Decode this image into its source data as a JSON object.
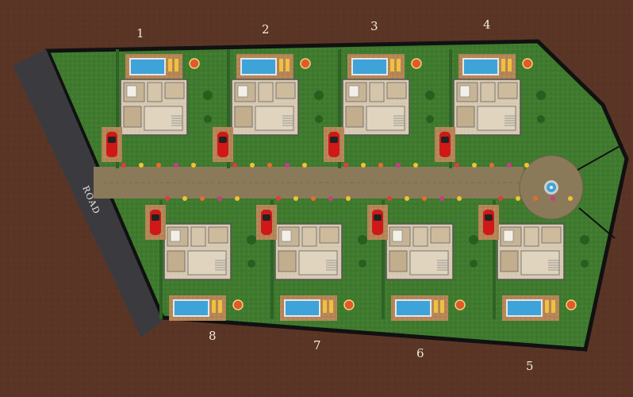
{
  "road_label": "ROAD",
  "plots": [
    {
      "number": "1",
      "row": "north"
    },
    {
      "number": "2",
      "row": "north"
    },
    {
      "number": "3",
      "row": "north"
    },
    {
      "number": "4",
      "row": "north"
    },
    {
      "number": "5",
      "row": "south"
    },
    {
      "number": "6",
      "row": "south"
    },
    {
      "number": "7",
      "row": "south"
    },
    {
      "number": "8",
      "row": "south"
    }
  ],
  "colors": {
    "ground": "#5a3526",
    "grass": "#3f7a2f",
    "grass_dark": "#2f6224",
    "boundary": "#111111",
    "main_road": "#3b3b3f",
    "access_lane": "#8a7a5a",
    "paving": "#b8895a",
    "pool_water": "#3ea3d8",
    "house_floor": "#d9cbb4",
    "car": "#d01818"
  },
  "icons": [
    "fountain-icon",
    "car-icon",
    "pool-icon",
    "tree-icon",
    "flower-bed-icon"
  ]
}
